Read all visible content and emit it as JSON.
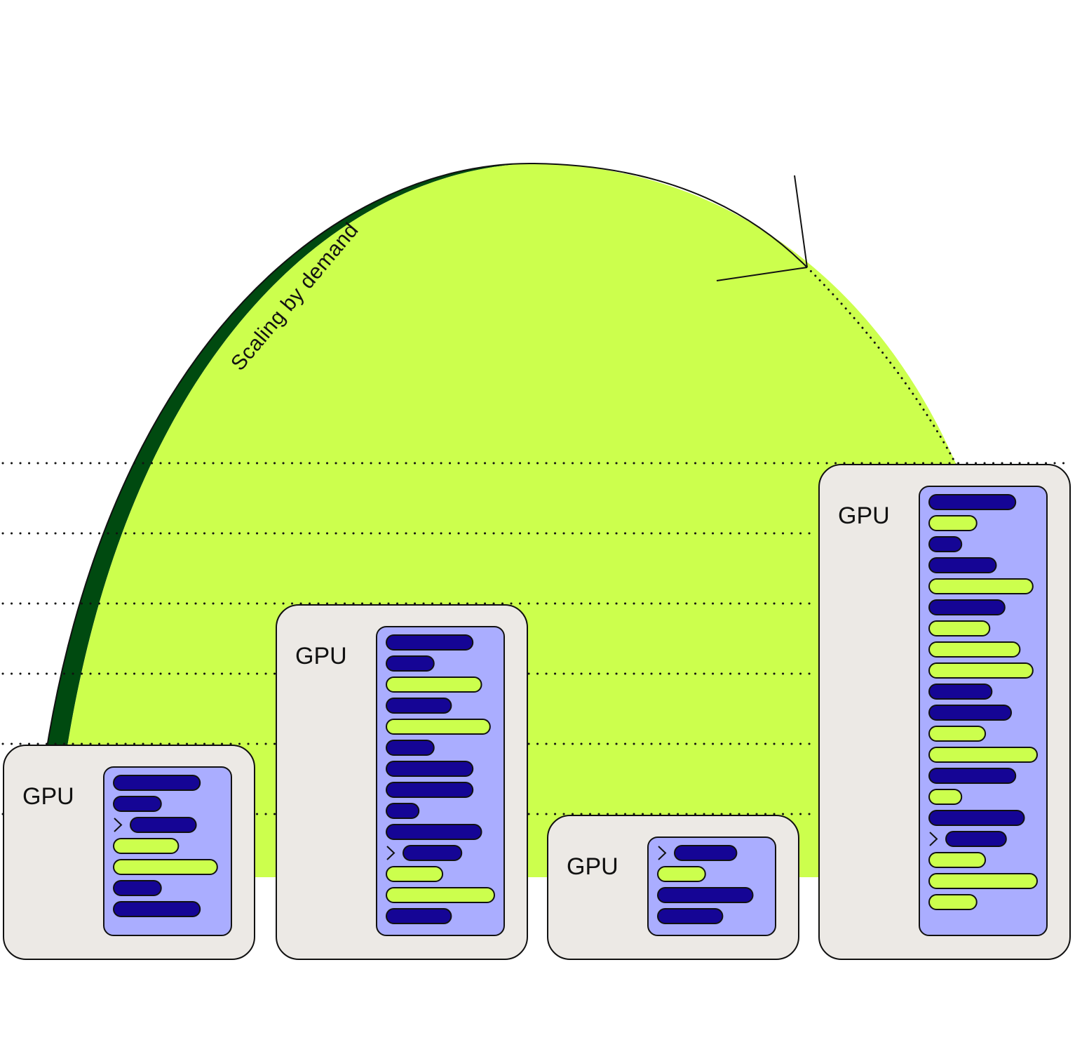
{
  "diagram": {
    "arc_label": "Scaling by demand",
    "colors": {
      "background": "#ffffff",
      "arc_fill": "#ccff4d",
      "arc_shadow": "#004a10",
      "card_fill": "#ece9e5",
      "stack_fill": "#aaadff",
      "bar_dark": "#150595",
      "bar_light": "#ccff4d",
      "stroke": "#111111"
    },
    "gpus": [
      {
        "label": "GPU",
        "bars": [
          {
            "color": "dark",
            "len": 0.8,
            "arrow": false
          },
          {
            "color": "dark",
            "len": 0.44,
            "arrow": false
          },
          {
            "color": "dark",
            "len": 0.72,
            "arrow": true
          },
          {
            "color": "light",
            "len": 0.6,
            "arrow": false
          },
          {
            "color": "light",
            "len": 0.96,
            "arrow": false
          },
          {
            "color": "dark",
            "len": 0.44,
            "arrow": false
          },
          {
            "color": "dark",
            "len": 0.8,
            "arrow": false
          }
        ]
      },
      {
        "label": "GPU",
        "bars": [
          {
            "color": "dark",
            "len": 0.8,
            "arrow": false
          },
          {
            "color": "dark",
            "len": 0.44,
            "arrow": false
          },
          {
            "color": "light",
            "len": 0.88,
            "arrow": false
          },
          {
            "color": "dark",
            "len": 0.6,
            "arrow": false
          },
          {
            "color": "light",
            "len": 0.96,
            "arrow": false
          },
          {
            "color": "dark",
            "len": 0.44,
            "arrow": false
          },
          {
            "color": "dark",
            "len": 0.8,
            "arrow": false
          },
          {
            "color": "dark",
            "len": 0.8,
            "arrow": false
          },
          {
            "color": "dark",
            "len": 0.3,
            "arrow": false
          },
          {
            "color": "dark",
            "len": 0.88,
            "arrow": false
          },
          {
            "color": "dark",
            "len": 0.64,
            "arrow": true
          },
          {
            "color": "light",
            "len": 0.52,
            "arrow": false
          },
          {
            "color": "light",
            "len": 1.0,
            "arrow": false
          },
          {
            "color": "dark",
            "len": 0.6,
            "arrow": false
          }
        ]
      },
      {
        "label": "GPU",
        "bars": [
          {
            "color": "dark",
            "len": 0.68,
            "arrow": true
          },
          {
            "color": "light",
            "len": 0.44,
            "arrow": false
          },
          {
            "color": "dark",
            "len": 0.88,
            "arrow": false
          },
          {
            "color": "dark",
            "len": 0.6,
            "arrow": false
          }
        ]
      },
      {
        "label": "GPU",
        "bars": [
          {
            "color": "dark",
            "len": 0.8,
            "arrow": false
          },
          {
            "color": "light",
            "len": 0.44,
            "arrow": false
          },
          {
            "color": "dark",
            "len": 0.3,
            "arrow": false
          },
          {
            "color": "dark",
            "len": 0.62,
            "arrow": false
          },
          {
            "color": "light",
            "len": 0.96,
            "arrow": false
          },
          {
            "color": "dark",
            "len": 0.7,
            "arrow": false
          },
          {
            "color": "light",
            "len": 0.56,
            "arrow": false
          },
          {
            "color": "light",
            "len": 0.84,
            "arrow": false
          },
          {
            "color": "light",
            "len": 0.96,
            "arrow": false
          },
          {
            "color": "dark",
            "len": 0.58,
            "arrow": false
          },
          {
            "color": "dark",
            "len": 0.76,
            "arrow": false
          },
          {
            "color": "light",
            "len": 0.52,
            "arrow": false
          },
          {
            "color": "light",
            "len": 1.0,
            "arrow": false
          },
          {
            "color": "dark",
            "len": 0.8,
            "arrow": false
          },
          {
            "color": "light",
            "len": 0.3,
            "arrow": false
          },
          {
            "color": "dark",
            "len": 0.88,
            "arrow": false
          },
          {
            "color": "dark",
            "len": 0.66,
            "arrow": true
          },
          {
            "color": "light",
            "len": 0.52,
            "arrow": false
          },
          {
            "color": "light",
            "len": 1.0,
            "arrow": false
          },
          {
            "color": "light",
            "len": 0.44,
            "arrow": false
          }
        ]
      }
    ]
  }
}
